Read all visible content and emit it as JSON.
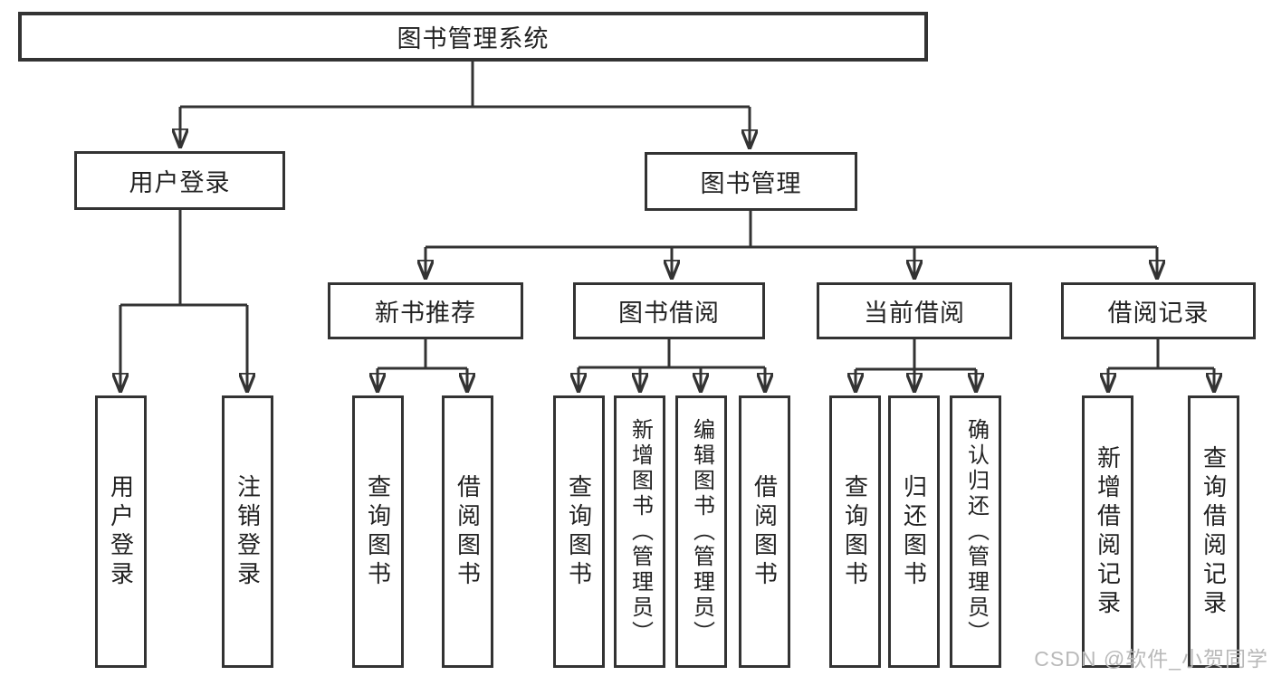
{
  "colors": {
    "line": "#333333",
    "text": "#222222",
    "watermark": "#b9b9b9",
    "background": "#ffffff"
  },
  "root": {
    "label": "图书管理系统"
  },
  "branches": [
    {
      "label": "用户登录",
      "leaves": [
        {
          "label": "用户登录"
        },
        {
          "label": "注销登录"
        }
      ]
    },
    {
      "label": "图书管理",
      "sections": [
        {
          "label": "新书推荐",
          "leaves": [
            {
              "label": "查询图书"
            },
            {
              "label": "借阅图书"
            }
          ]
        },
        {
          "label": "图书借阅",
          "leaves": [
            {
              "label": "查询图书"
            },
            {
              "label": "新增图书（管理员）"
            },
            {
              "label": "编辑图书（管理员）"
            },
            {
              "label": "借阅图书"
            }
          ]
        },
        {
          "label": "当前借阅",
          "leaves": [
            {
              "label": "查询图书"
            },
            {
              "label": "归还图书"
            },
            {
              "label": "确认归还（管理员）"
            }
          ]
        },
        {
          "label": "借阅记录",
          "leaves": [
            {
              "label": "新增借阅记录"
            },
            {
              "label": "查询借阅记录"
            }
          ]
        }
      ]
    }
  ],
  "watermark": "CSDN @软件_小贺同学"
}
